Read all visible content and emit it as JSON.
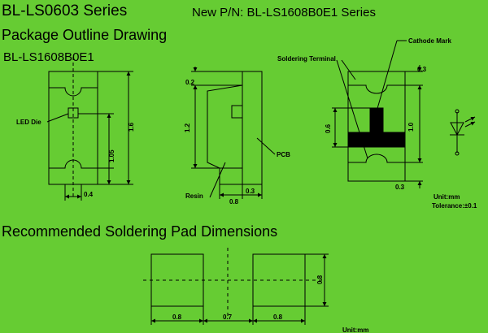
{
  "header": {
    "series": "BL-LS0603 Series",
    "new_pn": "New P/N: BL-LS1608B0E1 Series",
    "outline_title": "Package Outline Drawing",
    "part_label": "BL-LS1608B0E1",
    "pads_title": "Recommended Soldering Pad Dimensions"
  },
  "labels": {
    "led_die": "LED Die",
    "soldering_terminal": "Soldering Terminal",
    "cathode_mark": "Cathode Mark",
    "pcb": "PCB",
    "resin": "Resin",
    "unit": "Unit:mm",
    "tolerance": "Tolerance:±0.1",
    "unit_bottom": "Unit:mm"
  },
  "dimensions": {
    "front_width": "0.4",
    "front_height": "1.6",
    "front_inner": "1.05",
    "side_top": "0.2",
    "side_height": "1.2",
    "side_width": "0.8",
    "side_pcb": "0.3",
    "back_top": "0.3",
    "back_mid": "0.6",
    "back_height": "1.0",
    "back_bottom": "0.3",
    "pad_left": "0.8",
    "pad_gap": "0.7",
    "pad_right": "0.8",
    "pad_height": "0.8"
  }
}
